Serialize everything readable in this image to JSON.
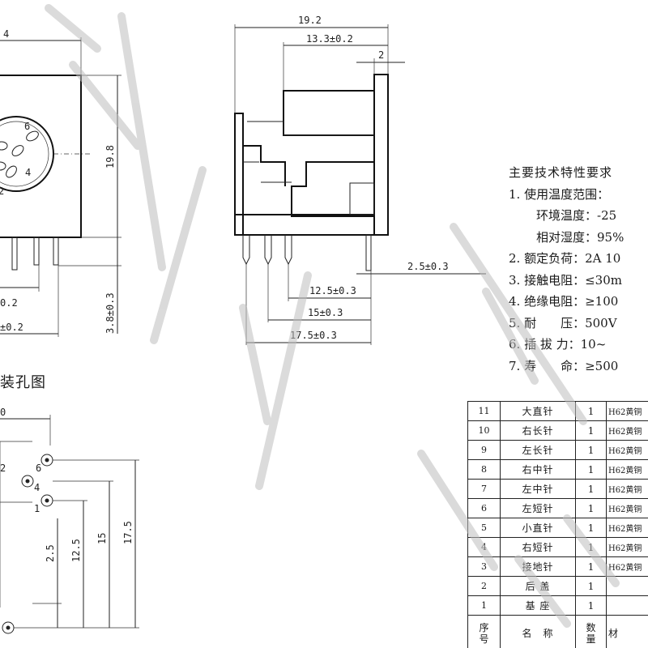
{
  "dimensions": {
    "front_top": "4",
    "front_height": "19.8",
    "front_bottom_a": "0.2",
    "front_bottom_b": "±0.2",
    "front_pin_len": "3.8±0.3",
    "side_total": "19.2",
    "side_body": "13.3±0.2",
    "side_flange": "2",
    "side_pin_offset": "2.5±0.3",
    "side_pin1": "12.5±0.3",
    "side_pin2": "15±0.3",
    "side_pin3": "17.5±0.3",
    "mount_top": "0",
    "mount_v1": "2.5",
    "mount_v2": "12.5",
    "mount_v3": "15",
    "mount_v4": "17.5"
  },
  "pin_labels": {
    "front": [
      "6",
      "4",
      "2"
    ],
    "mount": [
      "6",
      "4",
      "1"
    ]
  },
  "mount_title": "装孔图",
  "specs": {
    "title": "主要技术特性要求",
    "lines": [
      "1. 使用温度范围：",
      "环境温度：-25",
      "相对湿度：95%",
      "2. 额定负荷：2A 10",
      "3. 接触电阻：≤30m",
      "4. 绝缘电阻：≥100",
      "5. 耐　　压：500V",
      "6. 插 拔 力：10~",
      "7. 寿　　命：≥500"
    ]
  },
  "bom": {
    "rows": [
      {
        "no": "11",
        "name": "大直针",
        "qty": "1",
        "material": "H62黄铜"
      },
      {
        "no": "10",
        "name": "右长针",
        "qty": "1",
        "material": "H62黄铜"
      },
      {
        "no": "9",
        "name": "左长针",
        "qty": "1",
        "material": "H62黄铜"
      },
      {
        "no": "8",
        "name": "右中针",
        "qty": "1",
        "material": "H62黄铜"
      },
      {
        "no": "7",
        "name": "左中针",
        "qty": "1",
        "material": "H62黄铜"
      },
      {
        "no": "6",
        "name": "左短针",
        "qty": "1",
        "material": "H62黄铜"
      },
      {
        "no": "5",
        "name": "小直针",
        "qty": "1",
        "material": "H62黄铜"
      },
      {
        "no": "4",
        "name": "右短针",
        "qty": "1",
        "material": "H62黄铜"
      },
      {
        "no": "3",
        "name": "接地针",
        "qty": "1",
        "material": "H62黄铜"
      },
      {
        "no": "2",
        "name": "后 盖",
        "qty": "1",
        "material": ""
      },
      {
        "no": "1",
        "name": "基 座",
        "qty": "1",
        "material": ""
      }
    ],
    "header": {
      "no": "序\n号",
      "name": "名　称",
      "qty": "数\n量",
      "material": "材"
    }
  },
  "colors": {
    "line": "#222222",
    "watermark": "#bdbdbd"
  }
}
